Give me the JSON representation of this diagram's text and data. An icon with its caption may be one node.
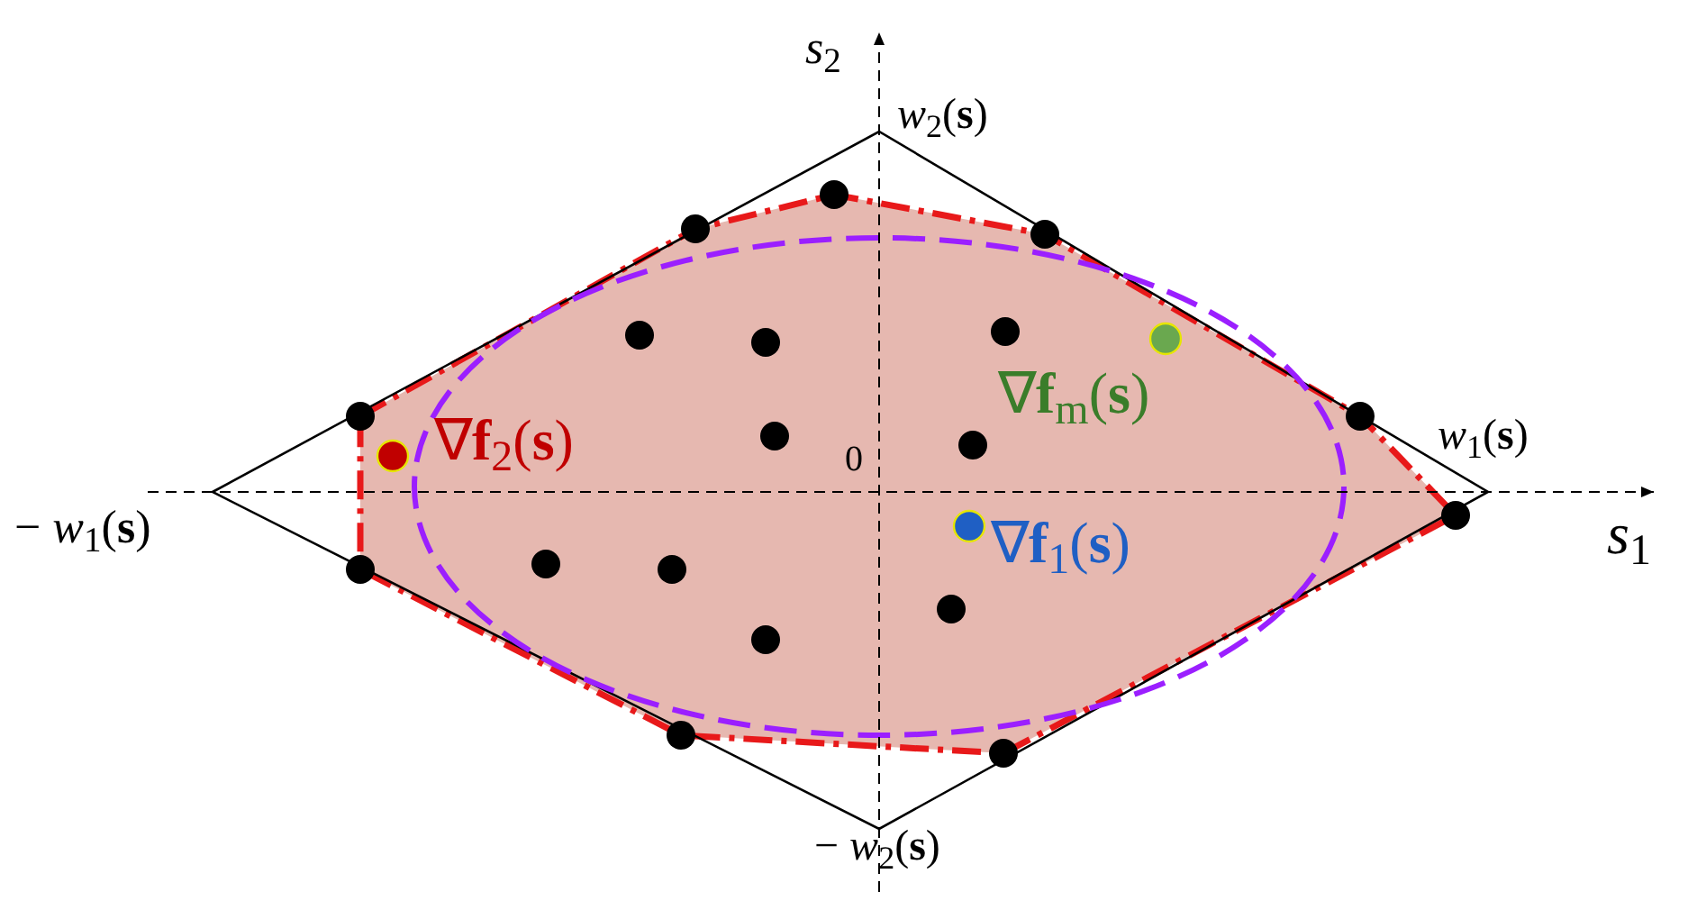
{
  "diagram": {
    "labels": [
      "*s*$_{2}$",
      "*w*$_{2}$(**s**)",
      "*w*$_{1}$(**s**)",
      "0",
      "− *w*$_{1}$(**s**)",
      "*s*$_{1}$",
      "− *w*$_{2}$(**s**)",
      "∇**f**$_{2}$(**s**)",
      "∇**f**$_{m}$(**s**)",
      "∇**f**$_{1}$(**s**)"
    ]
  }
}
